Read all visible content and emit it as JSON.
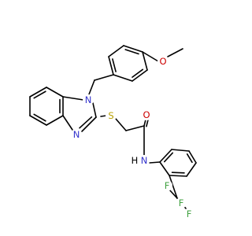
{
  "molecule": {
    "atom_labels": {
      "n1": "N",
      "n3": "N",
      "s": "S",
      "o_carbonyl": "O",
      "nh": "N",
      "h": "H",
      "o_methoxy": "O",
      "f1": "F",
      "f2": "F",
      "f3": "F"
    },
    "colors": {
      "bond": "#000000",
      "N": "#3333cc",
      "O": "#cc0000",
      "S": "#b8a000",
      "F": "#40a040",
      "H": "#000000"
    }
  }
}
